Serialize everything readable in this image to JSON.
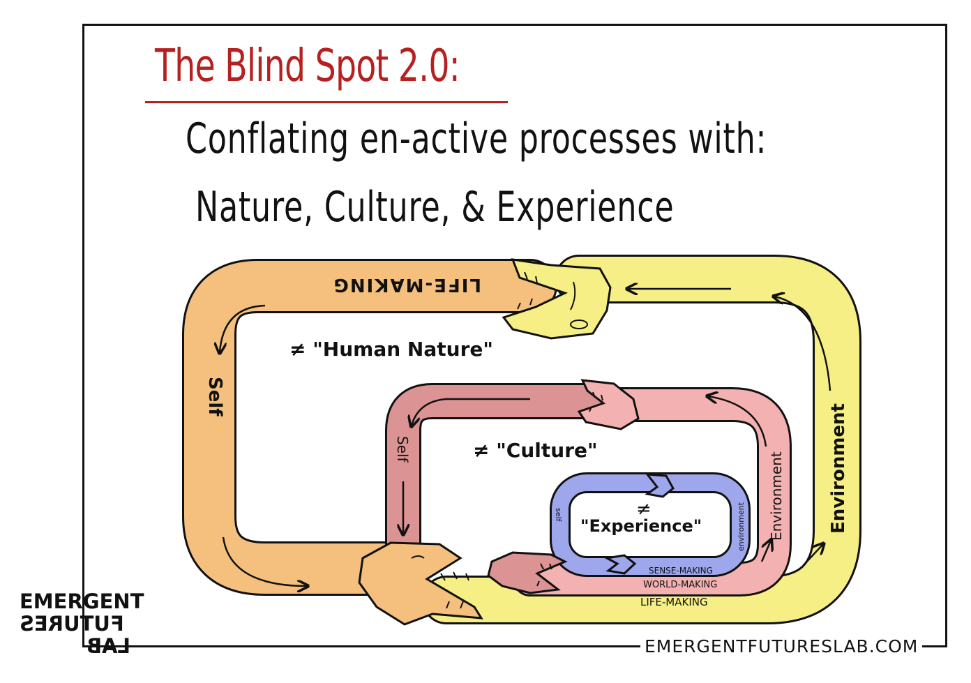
{
  "title": "The Blind Spot 2.0:",
  "subtitle_line1": "Conflating en-active processes with:",
  "subtitle_line2": "Nature, Culture, & Experience",
  "loops": {
    "outer": {
      "label_top": "LIFE-MAKING",
      "label_left": "Self",
      "label_right": "Environment",
      "label_bottom": "LIFE-MAKING",
      "not_equal": "≠ \"Human Nature\"",
      "color": "#f5c07e"
    },
    "middle": {
      "label_left": "Self",
      "label_right": "Environment",
      "label_bottom": "WORLD-MAKING",
      "not_equal": "≠ \"Culture\"",
      "color": "#e59a9a"
    },
    "inner": {
      "label_left": "self",
      "label_right": "environment",
      "label_bottom": "SENSE-MAKING",
      "not_equal_symbol": "≠",
      "not_equal_text": "\"Experience\"",
      "color": "#9ea6ec"
    },
    "environment_color": "#f6ef86"
  },
  "logo": {
    "line1": "EMERGENT",
    "line2": "FUTURES",
    "line3": "LAB"
  },
  "url": "EMERGENTFUTURESLAB.COM"
}
